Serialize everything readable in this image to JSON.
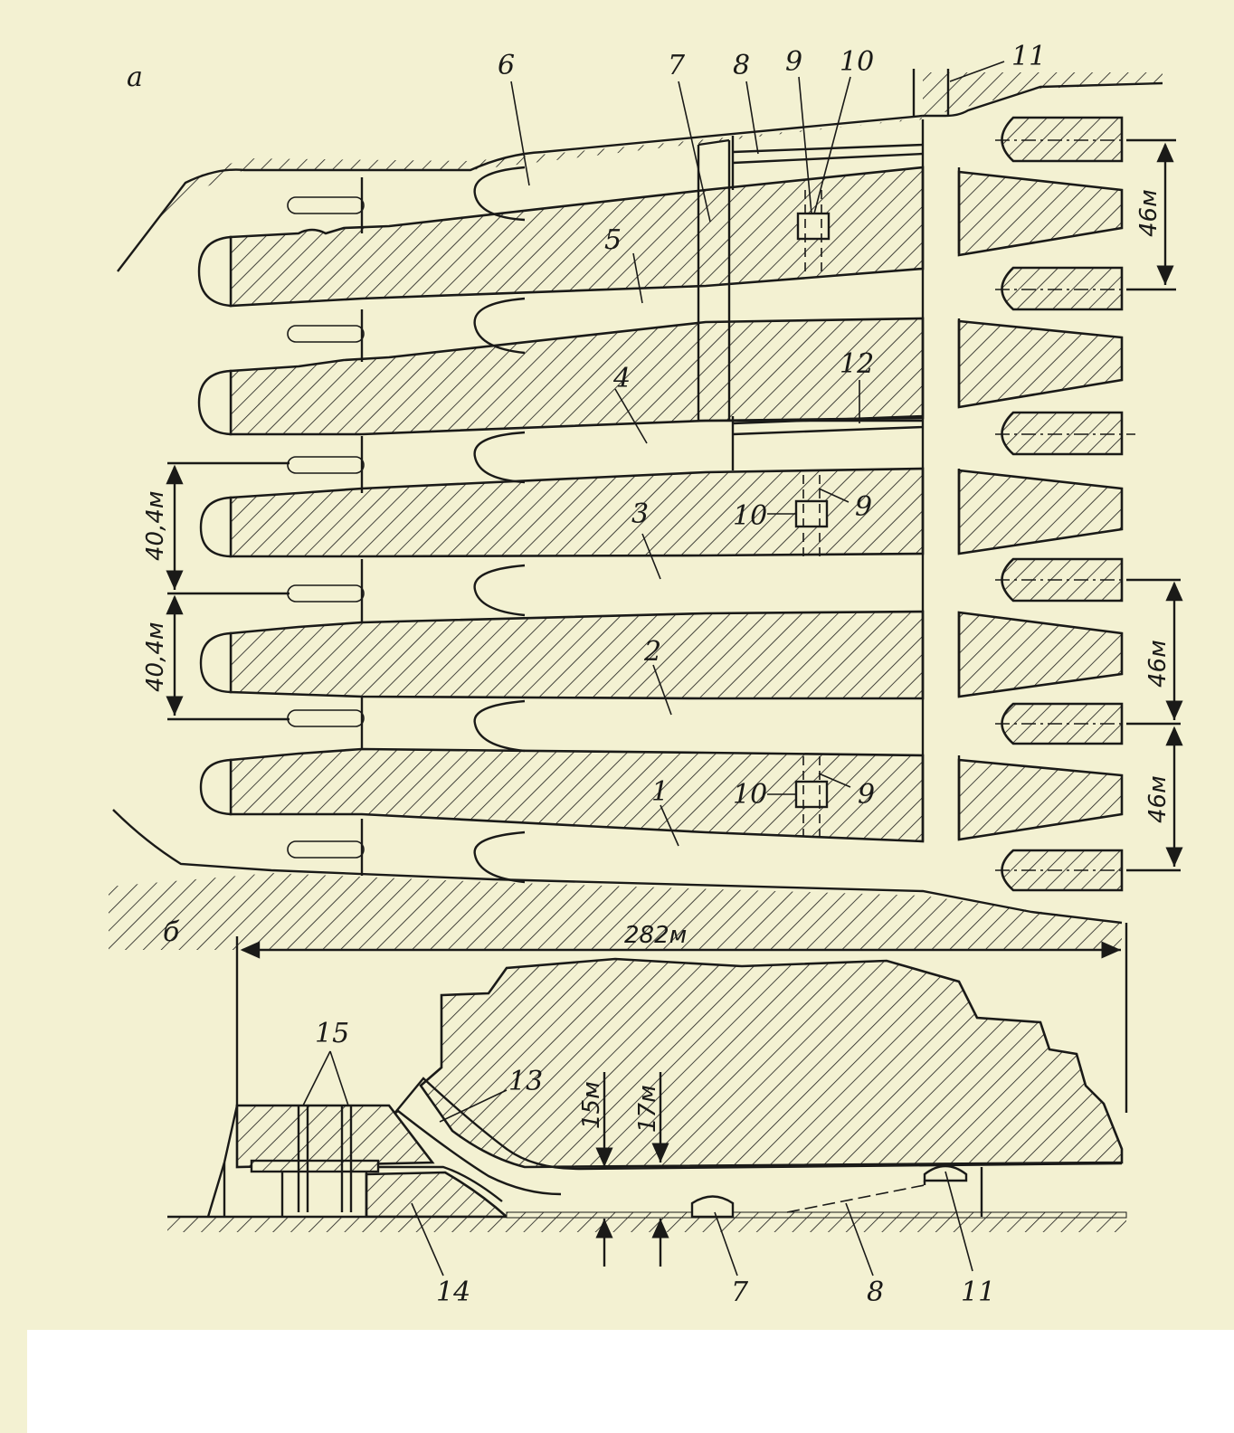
{
  "panels": [
    {
      "id": "a",
      "label": "а"
    },
    {
      "id": "b",
      "label": "б"
    }
  ],
  "plan_labels": {
    "n1": "1",
    "n2": "2",
    "n3": "3",
    "n4": "4",
    "n5": "5",
    "n6": "6",
    "n7": "7",
    "n8": "8",
    "n9_top": "9",
    "n10_top": "10",
    "n11": "11",
    "n12": "12",
    "n9_mid": "9",
    "n10_mid": "10",
    "n9_low": "9",
    "n10_low": "10"
  },
  "plan_dimensions": {
    "right_top": "46м",
    "right_mid": "46м",
    "right_low": "46м",
    "left_upper": "40,4м",
    "left_lower": "40,4м"
  },
  "section_labels": {
    "n13": "13",
    "n14": "14",
    "n15": "15",
    "n7": "7",
    "n8": "8",
    "n11": "11"
  },
  "section_dimensions": {
    "length": "282м",
    "h15": "15м",
    "h17": "17м"
  },
  "colors": {
    "paper": "#f3f1d2",
    "ink": "#1a1a18"
  }
}
